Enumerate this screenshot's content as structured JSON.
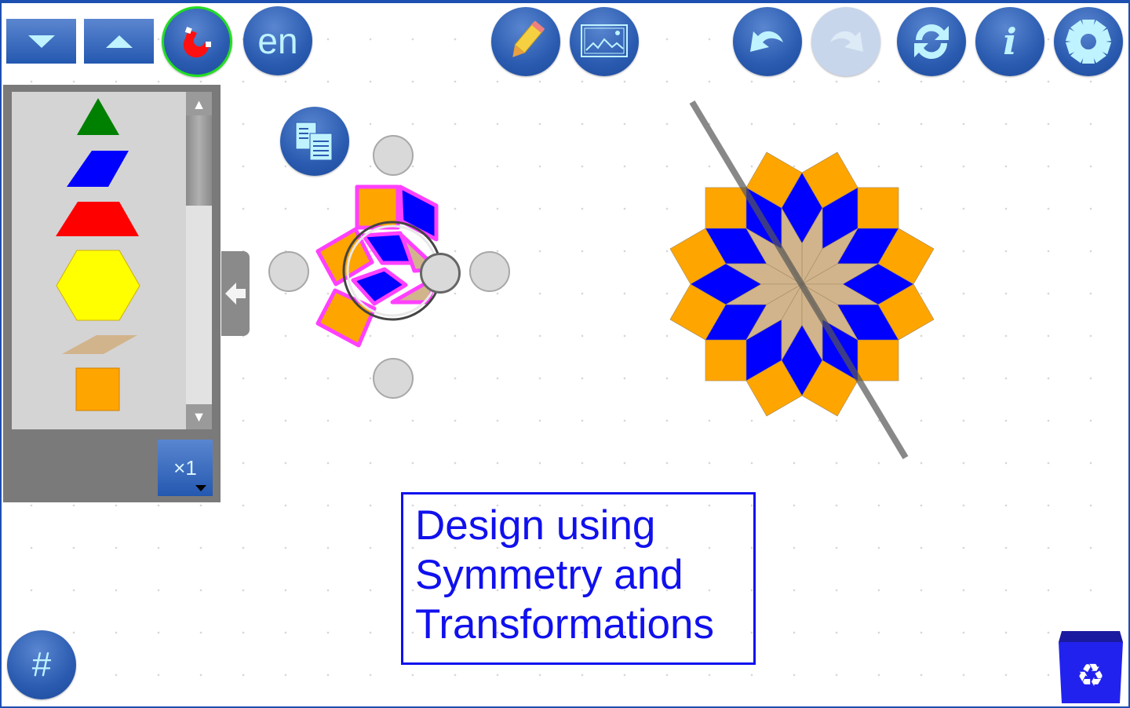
{
  "toolbar": {
    "language_label": "en",
    "buttons": [
      "scroll-down",
      "scroll-up",
      "snap-magnet",
      "language",
      "draw-pencil",
      "background-image",
      "undo",
      "redo",
      "reset",
      "info",
      "settings"
    ],
    "info_label": "i",
    "redo_disabled": true
  },
  "palette": {
    "shapes": [
      {
        "name": "triangle",
        "color": "#008000"
      },
      {
        "name": "blue-rhombus",
        "color": "#0000ff"
      },
      {
        "name": "trapezoid",
        "color": "#ff0000"
      },
      {
        "name": "hexagon",
        "color": "#ffff00"
      },
      {
        "name": "tan-rhombus",
        "color": "#d2b48c"
      },
      {
        "name": "square",
        "color": "#ffa500"
      }
    ],
    "multiplier_label": "×1",
    "scroll_up": "▲",
    "scroll_down": "▼"
  },
  "canvas": {
    "title_lines": [
      "Design using",
      "Symmetry and",
      "Transformations"
    ],
    "grid_label": "#",
    "colors": {
      "square": "#ffa500",
      "blue": "#0000ff",
      "tan": "#d2b48c",
      "selection": "#ff40ff",
      "mirror": "#666666"
    }
  }
}
